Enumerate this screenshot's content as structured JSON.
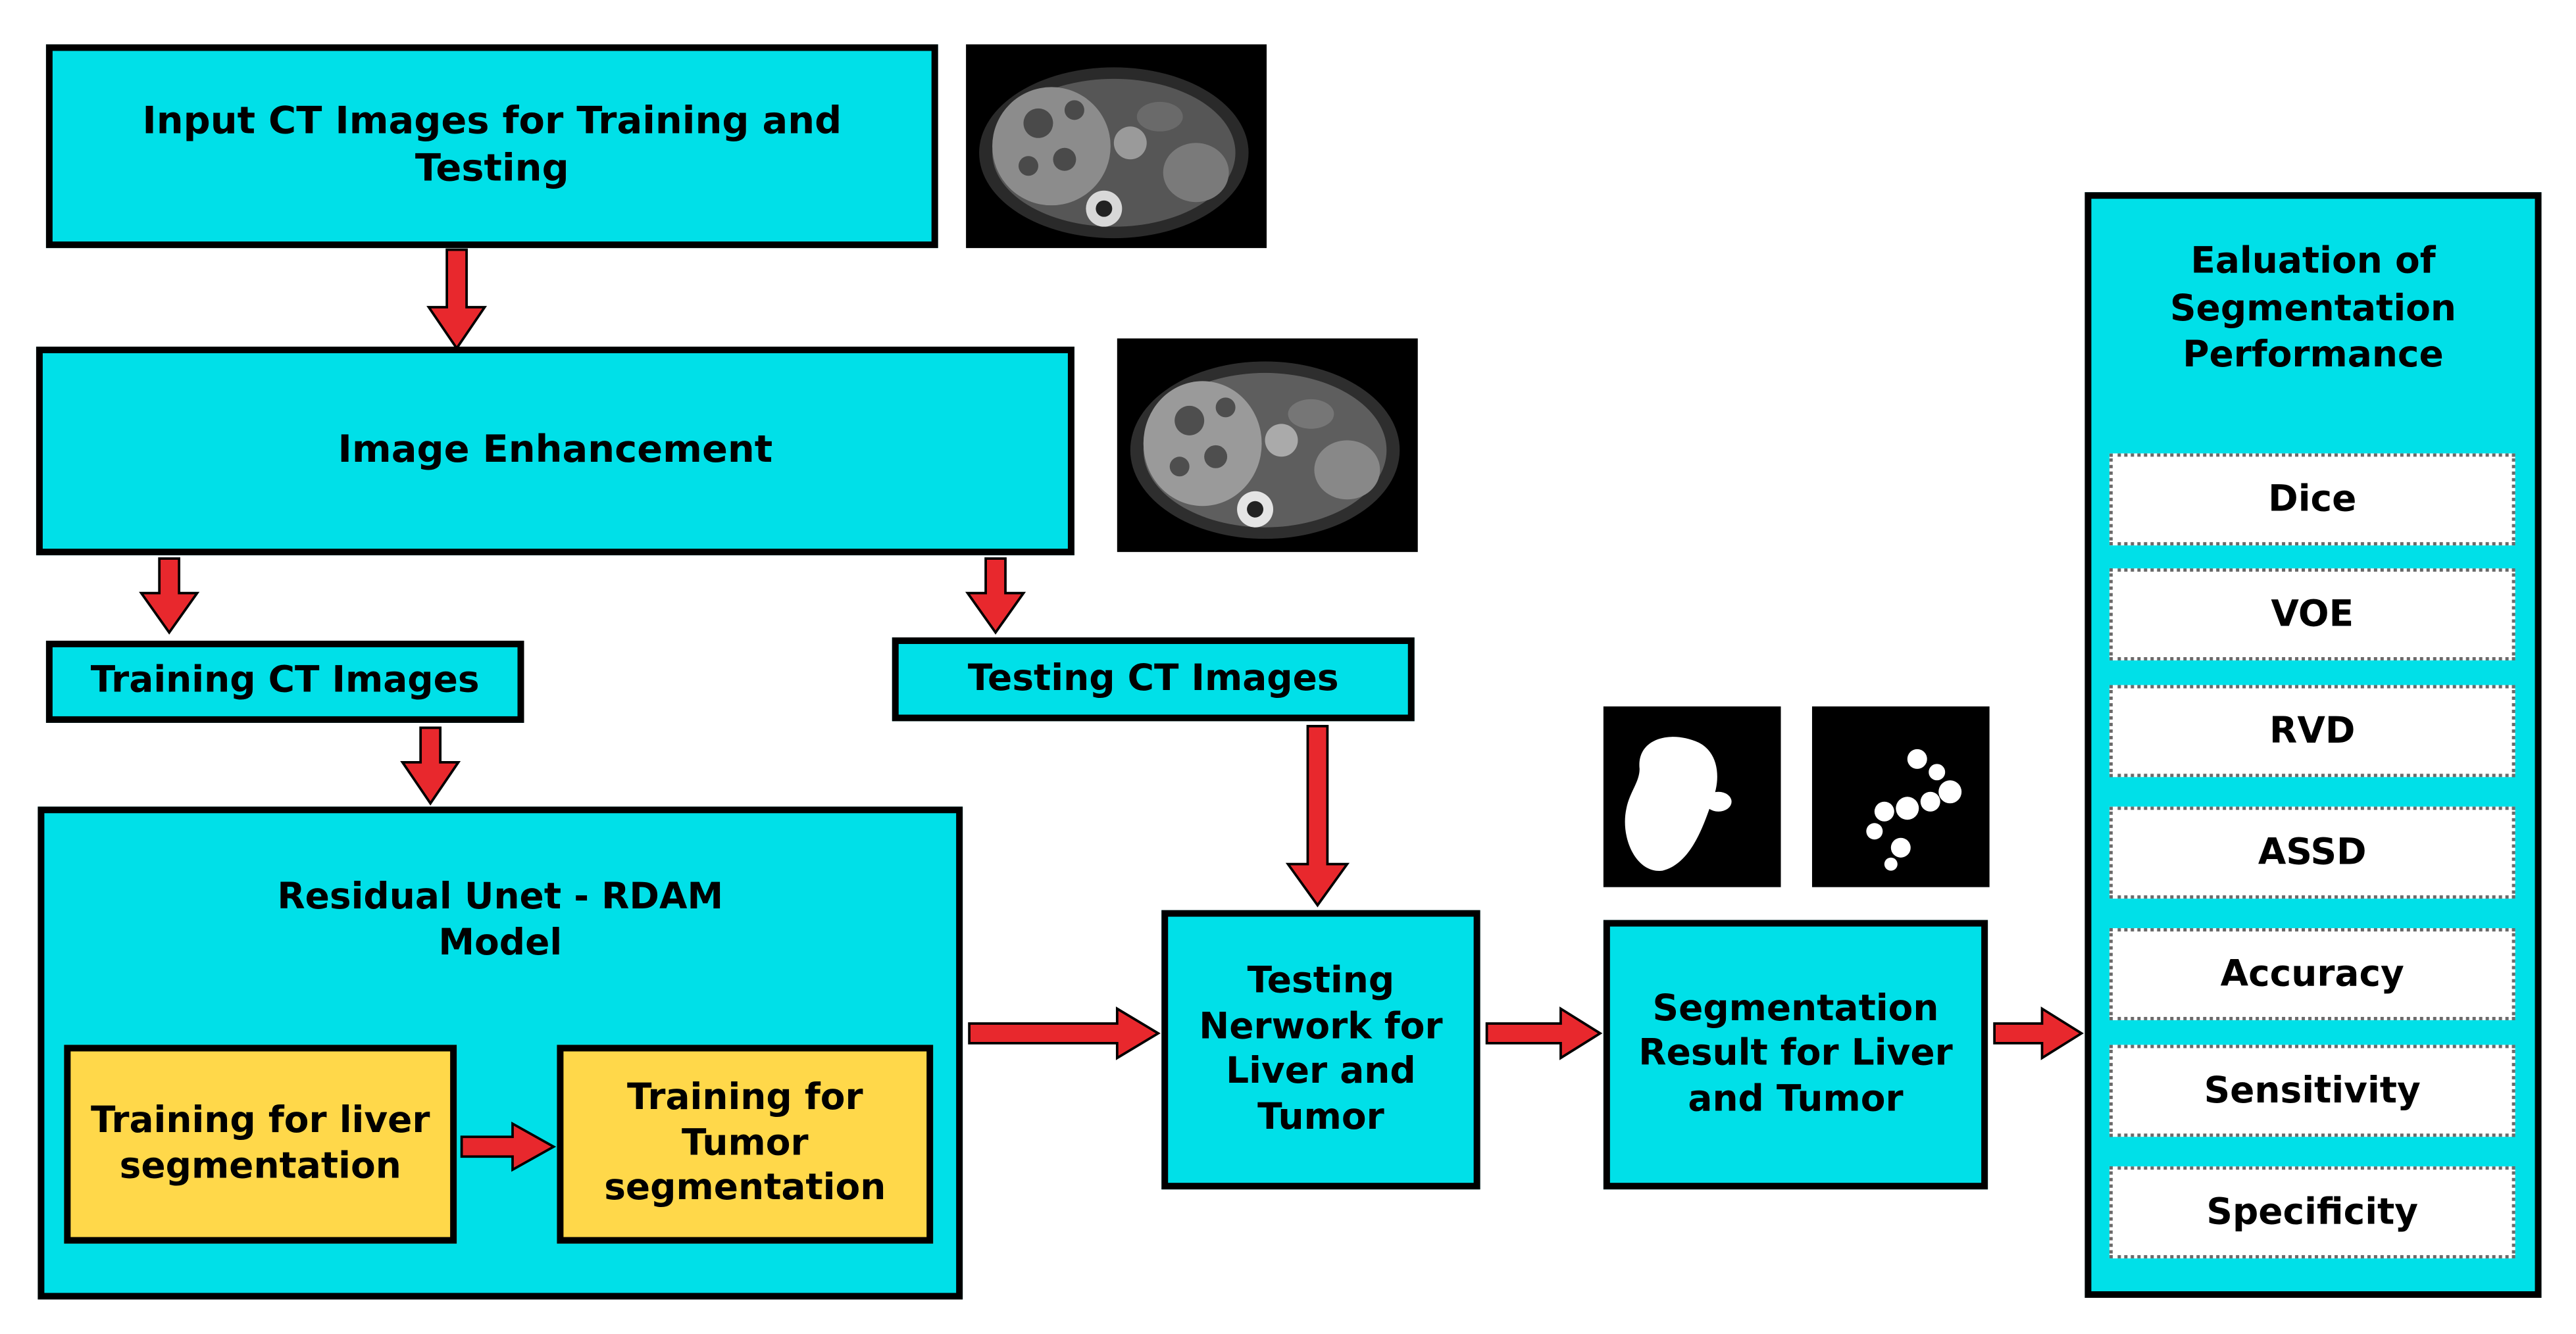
{
  "nodes": {
    "input": "Input CT Images for Training and Testing",
    "enhancement": "Image Enhancement",
    "training_images": "Training CT Images",
    "testing_images": "Testing CT Images",
    "model_title": "Residual Unet - RDAM Model",
    "train_liver": "Training for liver segmentation",
    "train_tumor": "Training for Tumor segmentation",
    "testing_network": "Testing Nerwork for Liver and Tumor",
    "seg_result": "Segmentation Result for Liver and Tumor"
  },
  "evaluation": {
    "title": "Ealuation of Segmentation Performance",
    "metrics": [
      "Dice",
      "VOE",
      "RVD",
      "ASSD",
      "Accuracy",
      "Sensitivity",
      "Specificity"
    ]
  },
  "colors": {
    "box_fill": "#00e0e8",
    "yellow_fill": "#ffd84a",
    "arrow_fill": "#e8282d",
    "border": "#000000"
  }
}
